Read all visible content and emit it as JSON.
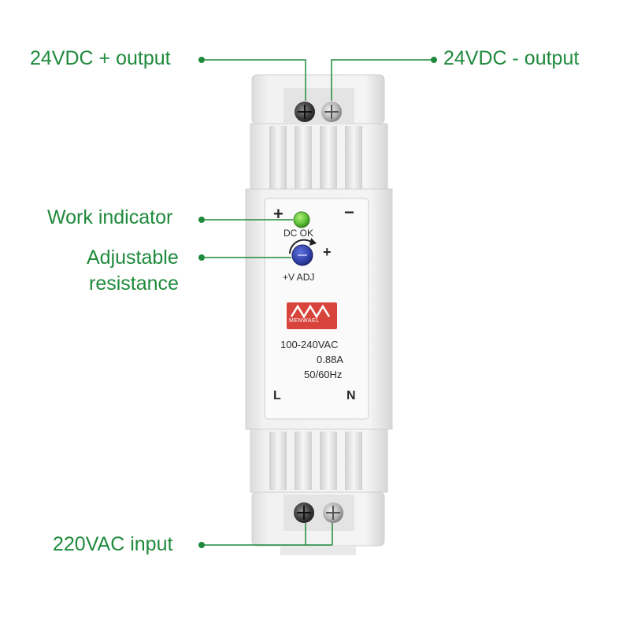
{
  "callouts": {
    "dc_plus_output": "24VDC + output",
    "dc_minus_output": "24VDC - output",
    "work_indicator": "Work indicator",
    "adjustable_line1": "Adjustable",
    "adjustable_line2": "resistance",
    "ac_input": "220VAC input"
  },
  "device": {
    "plus_mark": "+",
    "minus_mark": "−",
    "dc_ok": "DC  OK",
    "adj_plus": "+",
    "v_adj": "+V  ADJ",
    "brand_logo": "MWV",
    "brand_name": "MENWAEL",
    "spec_voltage": "100-240VAC",
    "spec_current": "0.88A",
    "spec_freq": "50/60Hz",
    "terminal_l": "L",
    "terminal_n": "N"
  },
  "colors": {
    "callout_green": "#1f8a3c",
    "indicator_led": "#5ec238",
    "adjust_knob": "#2f3fa8",
    "logo_red": "#d8443c",
    "housing": "#ededed"
  }
}
